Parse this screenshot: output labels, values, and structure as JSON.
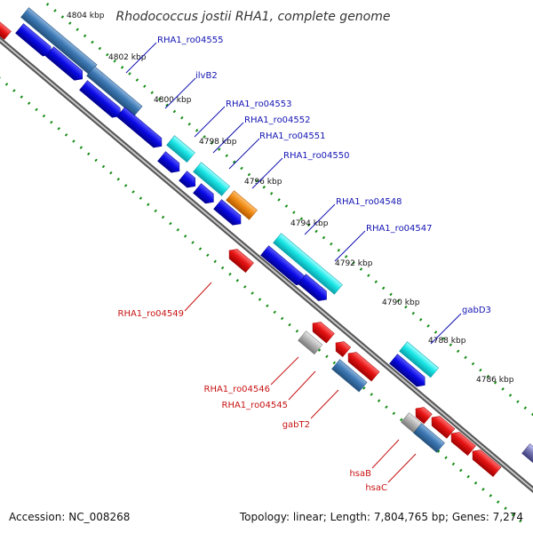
{
  "title": "Rhodococcus jostii RHA1, complete genome",
  "footer": {
    "accession": "Accession: NC_008268",
    "topology": "Topology: linear; Length: 7,804,765 bp; Genes: 7,274"
  },
  "ticks": [
    "4804 kbp",
    "4802 kbp",
    "4800 kbp",
    "4798 kbp",
    "4796 kbp",
    "4794 kbp",
    "4792 kbp",
    "4790 kbp",
    "4788 kbp",
    "4786 kbp"
  ],
  "genes_forward": [
    "RHA1_ro04555",
    "ilvB2",
    "RHA1_ro04553",
    "RHA1_ro04552",
    "RHA1_ro04551",
    "RHA1_ro04550",
    "RHA1_ro04548",
    "RHA1_ro04547",
    "gabD3"
  ],
  "genes_reverse": [
    "RHA1_ro04549",
    "RHA1_ro04546",
    "RHA1_ro04545",
    "gabT2",
    "hsaB",
    "hsaC"
  ],
  "colors": {
    "forward_label": "#1414b4",
    "reverse_label": "#c81414",
    "forward_strand": "#0a0ae6",
    "reverse_strand": "#e61414",
    "highlight_cyan": "#19e6e6",
    "highlight_steel": "#3c78b4",
    "highlight_orange": "#f08c14",
    "highlight_gray": "#a0a0a0",
    "axis_ticks": "#148c14",
    "genome_line": "#888888"
  }
}
